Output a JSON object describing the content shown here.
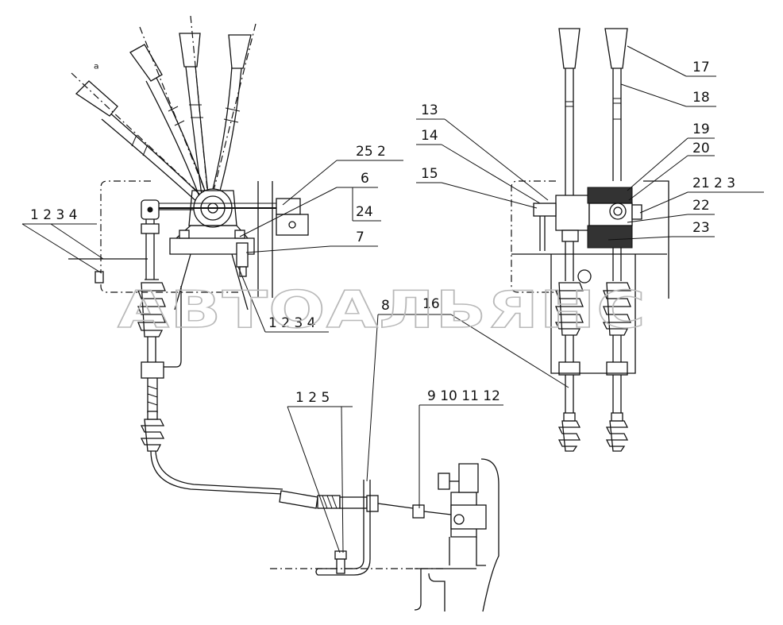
{
  "watermark": "АВТОАЛЬЯНС",
  "callouts": [
    {
      "id": "c-1234-left",
      "text": "1 2 3 4"
    },
    {
      "id": "c-25-2",
      "text": "25 2"
    },
    {
      "id": "c-6",
      "text": "6"
    },
    {
      "id": "c-24",
      "text": "24"
    },
    {
      "id": "c-7",
      "text": "7"
    },
    {
      "id": "c-1234-mid",
      "text": "1 2 3 4"
    },
    {
      "id": "c-8",
      "text": "8"
    },
    {
      "id": "c-16",
      "text": "16"
    },
    {
      "id": "c-125",
      "text": "1 2 5"
    },
    {
      "id": "c-9101112",
      "text": "9 10 11 12"
    },
    {
      "id": "c-13",
      "text": "13"
    },
    {
      "id": "c-14",
      "text": "14"
    },
    {
      "id": "c-15",
      "text": "15"
    },
    {
      "id": "c-17",
      "text": "17"
    },
    {
      "id": "c-18",
      "text": "18"
    },
    {
      "id": "c-19",
      "text": "19"
    },
    {
      "id": "c-20",
      "text": "20"
    },
    {
      "id": "c-21-2-3",
      "text": "21 2 3"
    },
    {
      "id": "c-22",
      "text": "22"
    },
    {
      "id": "c-23",
      "text": "23"
    }
  ]
}
